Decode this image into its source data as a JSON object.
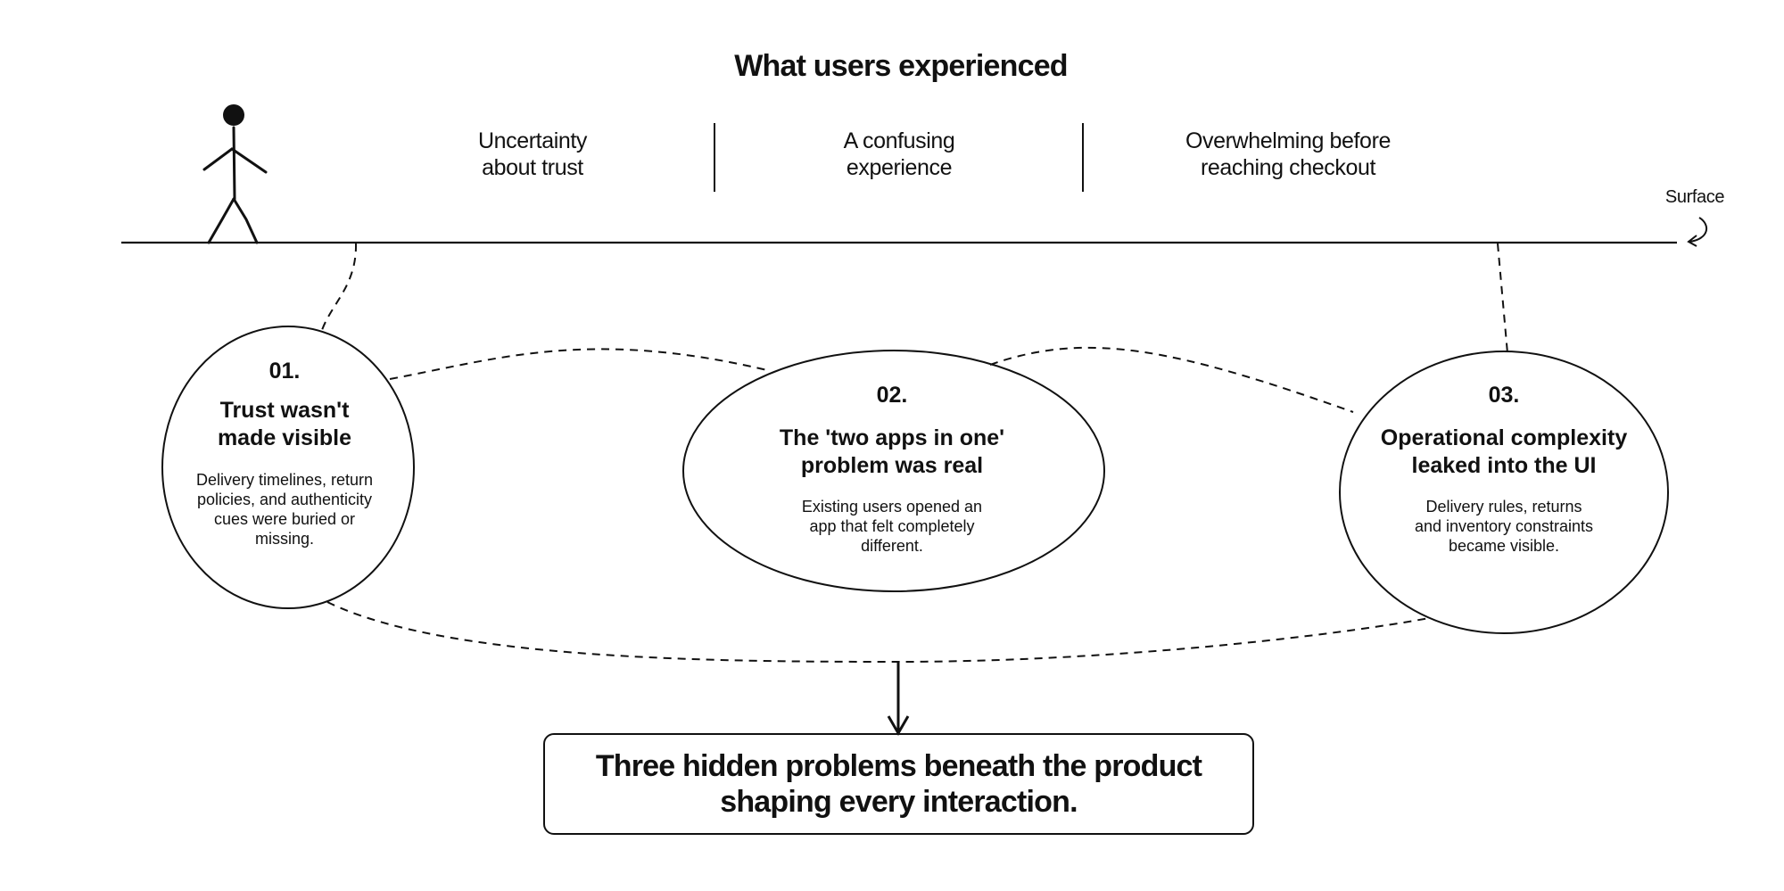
{
  "header": {
    "title": "What users experienced"
  },
  "experiences": [
    {
      "label": "Uncertainty\nabout trust"
    },
    {
      "label": "A confusing\nexperience"
    },
    {
      "label": "Overwhelming before\nreaching  checkout"
    }
  ],
  "surface_label": "Surface",
  "problems": [
    {
      "number": "01.",
      "title": "Trust wasn't\nmade visible",
      "description": "Delivery timelines, return\npolicies, and authenticity\ncues were buried or\nmissing."
    },
    {
      "number": "02.",
      "title": "The 'two apps in one'\nproblem was real",
      "description": "Existing users opened an\napp that felt completely\ndifferent."
    },
    {
      "number": "03.",
      "title": "Operational complexity\nleaked into the UI",
      "description": "Delivery rules, returns\nand inventory constraints\nbecame visible."
    }
  ],
  "summary": {
    "text": "Three hidden problems beneath the product\nshaping every interaction."
  },
  "colors": {
    "ink": "#111111",
    "background": "#ffffff"
  },
  "icons": {
    "person": "stick-figure-icon",
    "surface_arrow": "curved-arrow-icon",
    "down_arrow": "arrow-down-icon"
  }
}
